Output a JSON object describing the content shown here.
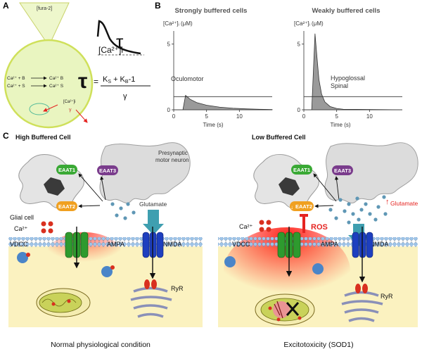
{
  "panel_a": {
    "letter": "A",
    "pipette_label": "[fura-2]",
    "ca_trace_label": "[Ca²⁺]i",
    "tau_symbol": "τ",
    "equation_numerator": "Kₛ + Kʙ-1",
    "equation_numerator_parts": {
      "k1": "K",
      "s": "S",
      "plus": " + K",
      "b": "B",
      "minus": "-1"
    },
    "equation_denominator": "γ",
    "reaction_1_left": "Ca²⁺ + B",
    "reaction_1_right": "Ca²⁺ B",
    "reaction_2_left": "Ca²⁺ + S",
    "reaction_2_right": "Ca²⁺ S",
    "cell_ca_label": "[Ca²⁺]i",
    "cell_gamma_label": "γ"
  },
  "panel_b": {
    "letter": "B",
    "strong_title": "Strongly buffered cells",
    "weak_title": "Weakly buffered cells",
    "ylabel": "[Ca²⁺]ᵢ (μM)",
    "xlabel": "Time (s)",
    "strong_trace_label": "Oculomotor",
    "weak_trace_label_1": "Hypoglossal",
    "weak_trace_label_2": "Spinal",
    "chart_data": [
      {
        "type": "area",
        "title": "Strongly buffered cells",
        "xlabel": "Time (s)",
        "ylabel": "[Ca²⁺]ᵢ (μM)",
        "xlim": [
          0,
          15
        ],
        "ylim": [
          0,
          6
        ],
        "x_ticks": [
          0,
          5,
          10
        ],
        "y_ticks": [
          0,
          5
        ],
        "threshold": 1,
        "series": [
          {
            "name": "Oculomotor",
            "x": [
              0,
              1.4,
              1.8,
              2.5,
              3.5,
              5,
              7,
              9,
              11,
              13,
              15
            ],
            "y": [
              0,
              0,
              1.1,
              0.8,
              0.55,
              0.35,
              0.2,
              0.12,
              0.07,
              0.04,
              0.02
            ]
          }
        ]
      },
      {
        "type": "area",
        "title": "Weakly buffered cells",
        "xlabel": "Time (s)",
        "ylabel": "[Ca²⁺]ᵢ (μM)",
        "xlim": [
          0,
          15
        ],
        "ylim": [
          0,
          6
        ],
        "x_ticks": [
          0,
          5,
          10
        ],
        "y_ticks": [
          0,
          5
        ],
        "threshold": 1,
        "series": [
          {
            "name": "Hypoglossal / Spinal",
            "x": [
              0,
              1.2,
              1.7,
              2.0,
              2.3,
              2.7,
              3.2,
              4,
              5,
              6,
              15
            ],
            "y": [
              0,
              0,
              5.8,
              4.0,
              2.3,
              1.2,
              0.6,
              0.25,
              0.1,
              0.04,
              0
            ]
          }
        ]
      }
    ]
  },
  "panel_c": {
    "letter": "C",
    "left": {
      "title": "High Buffered Cell",
      "presynaptic": "Presynaptic",
      "motor_neuron": "motor neuron",
      "eaat1": "EAAT1",
      "eaat2": "EAAT2",
      "eaat3": "EAAT3",
      "glutamate": "Glutamate",
      "glial": "Glial cell",
      "ca": "Ca²⁺",
      "vdcc": "VDCC",
      "ampa": "AMPA",
      "nmda": "NMDA",
      "ryr": "RyR",
      "caption": "Normal physiological condition"
    },
    "right": {
      "title": "Low Buffered Cell",
      "eaat1": "EAAT1",
      "eaat2": "EAAT2",
      "eaat3": "EAAT3",
      "glutamate": "Glutamate",
      "ros": "ROS",
      "ca": "Ca²⁺",
      "vdcc": "VDCC",
      "ampa": "AMPA",
      "nmda": "NMDA",
      "ryr": "RyR",
      "caption": "Excitotoxicity (SOD1)"
    }
  },
  "colors": {
    "eaat1": "#3aa935",
    "eaat2": "#f0a020",
    "eaat3": "#7a3c8c",
    "vdcc": "#2e9a2e",
    "nmda": "#1e3fbf",
    "arrow_teal": "#3f9fb0",
    "ros_red": "#e52421",
    "cell_fill": "#e9f5c0",
    "cytoplasm": "#fbf2c0"
  }
}
